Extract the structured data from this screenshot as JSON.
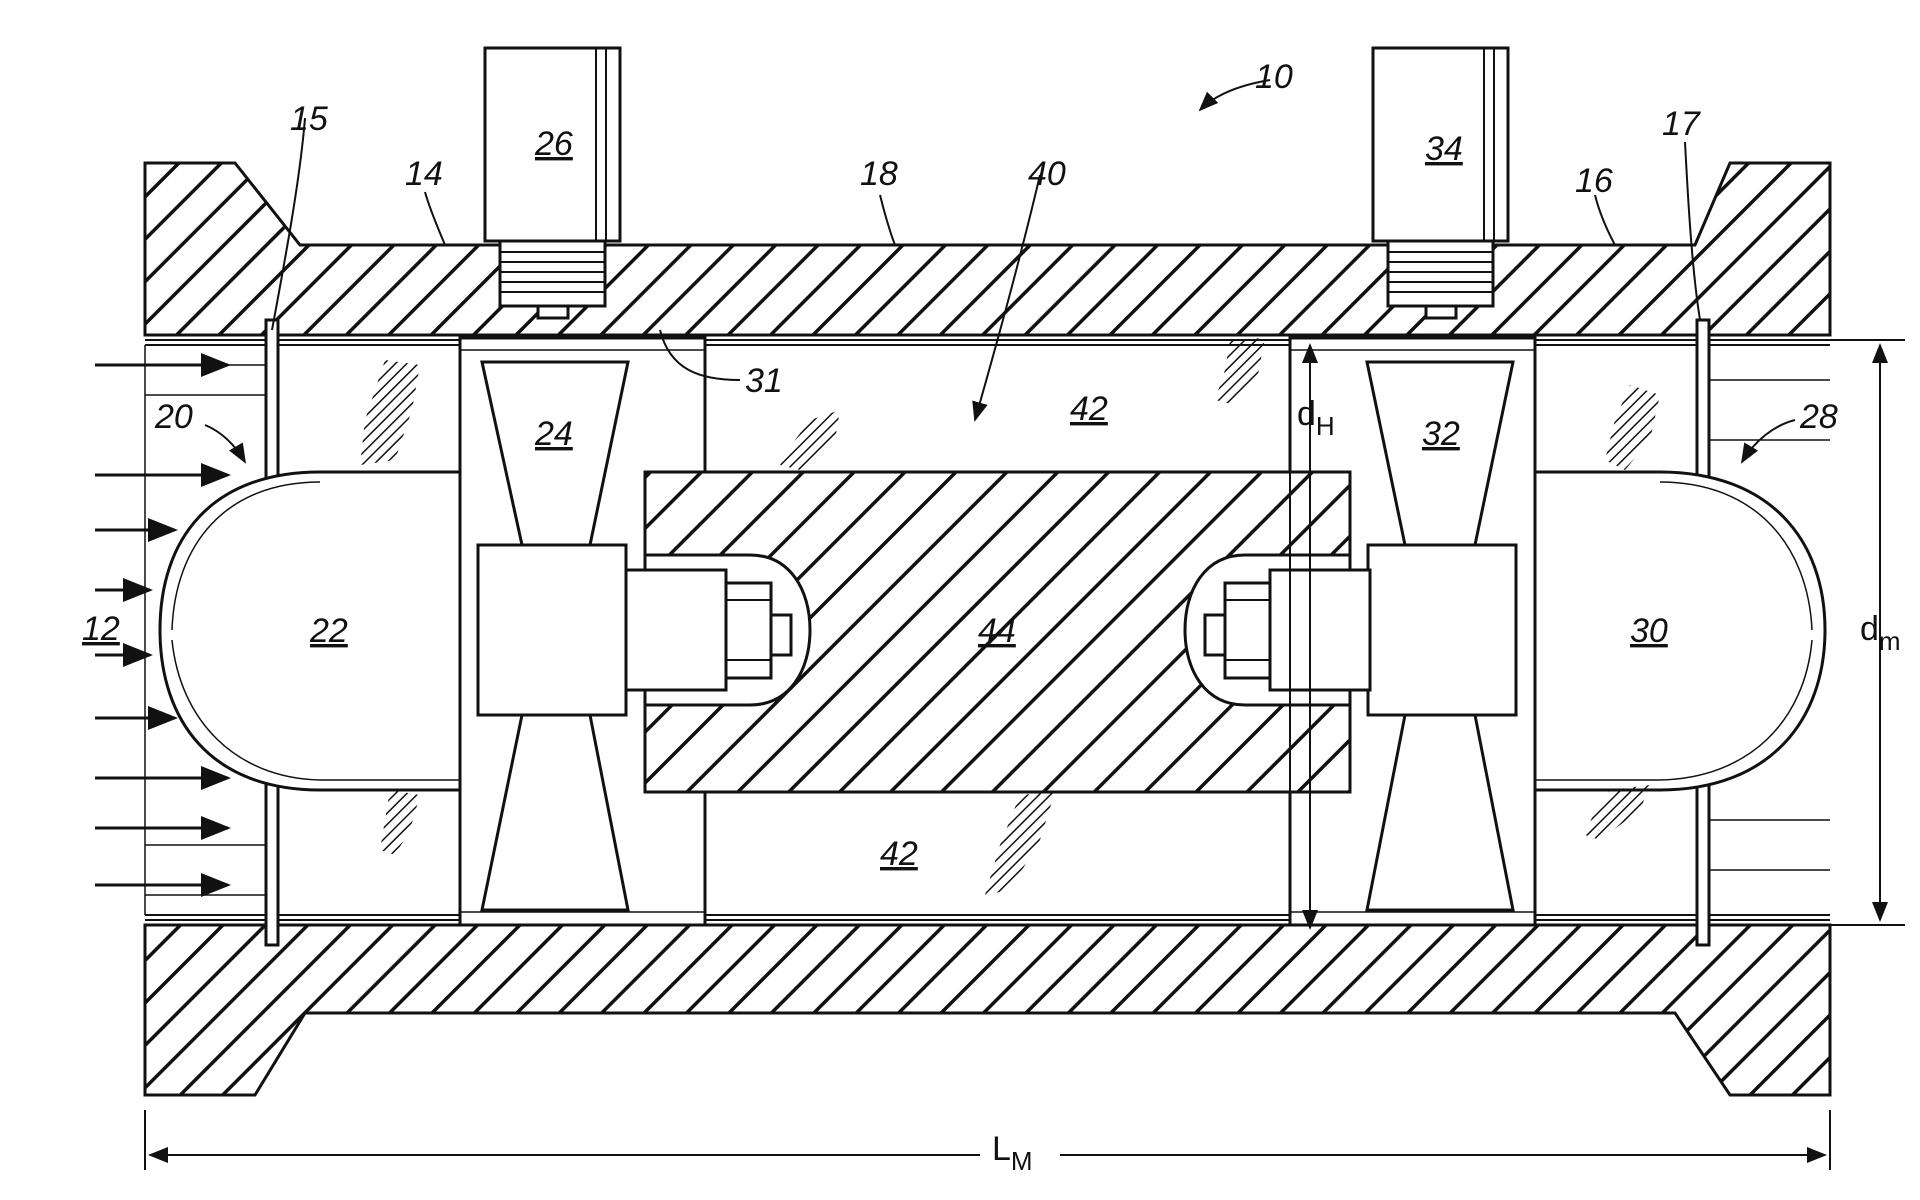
{
  "labels": {
    "assembly": "10",
    "inlet": "12",
    "upstream_flange": "14",
    "upstream_seal": "15",
    "downstream_flange": "16",
    "downstream_seal": "17",
    "housing": "18",
    "upstream_flow_straightener": "20",
    "upstream_nose_cone": "22",
    "upstream_rotor": "24",
    "upstream_sensor": "26",
    "downstream_flow_straightener": "28",
    "downstream_nose_cone": "30",
    "pickup_gap": "31",
    "downstream_rotor": "32",
    "downstream_sensor": "34",
    "flow_path": "40",
    "annulus_upper": "42",
    "annulus_lower": "42",
    "central_body": "44"
  },
  "dimensions": {
    "hub_diameter": {
      "main": "d",
      "sub": "H"
    },
    "meter_diameter": {
      "main": "d",
      "sub": "m"
    },
    "meter_length": {
      "main": "L",
      "sub": "M"
    }
  },
  "colors": {
    "line": "#111111",
    "hatch": "#111111",
    "background": "#ffffff"
  }
}
